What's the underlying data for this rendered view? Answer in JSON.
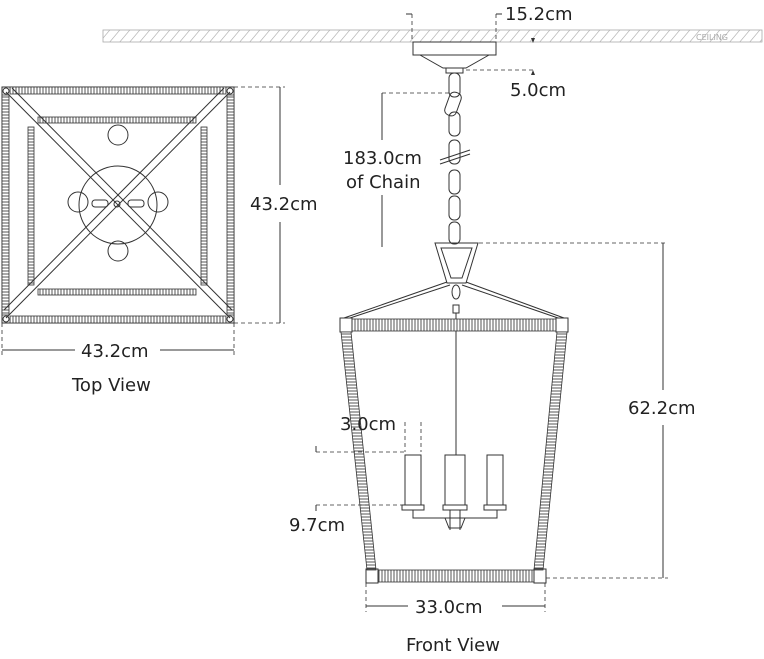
{
  "ceiling": {
    "label": "CEILING",
    "canopy_width": "15.2cm",
    "canopy_height": "5.0cm"
  },
  "chain": {
    "length": "183.0cm",
    "length_caption": "of Chain"
  },
  "top_view": {
    "width": "43.2cm",
    "depth": "43.2cm",
    "caption": "Top View"
  },
  "front_view": {
    "height": "62.2cm",
    "base_width": "33.0cm",
    "candle_width": "3.0cm",
    "candle_height": "9.7cm",
    "caption": "Front View"
  },
  "colors": {
    "line": "#333333",
    "ceiling_hatch": "#aaaaaa"
  }
}
